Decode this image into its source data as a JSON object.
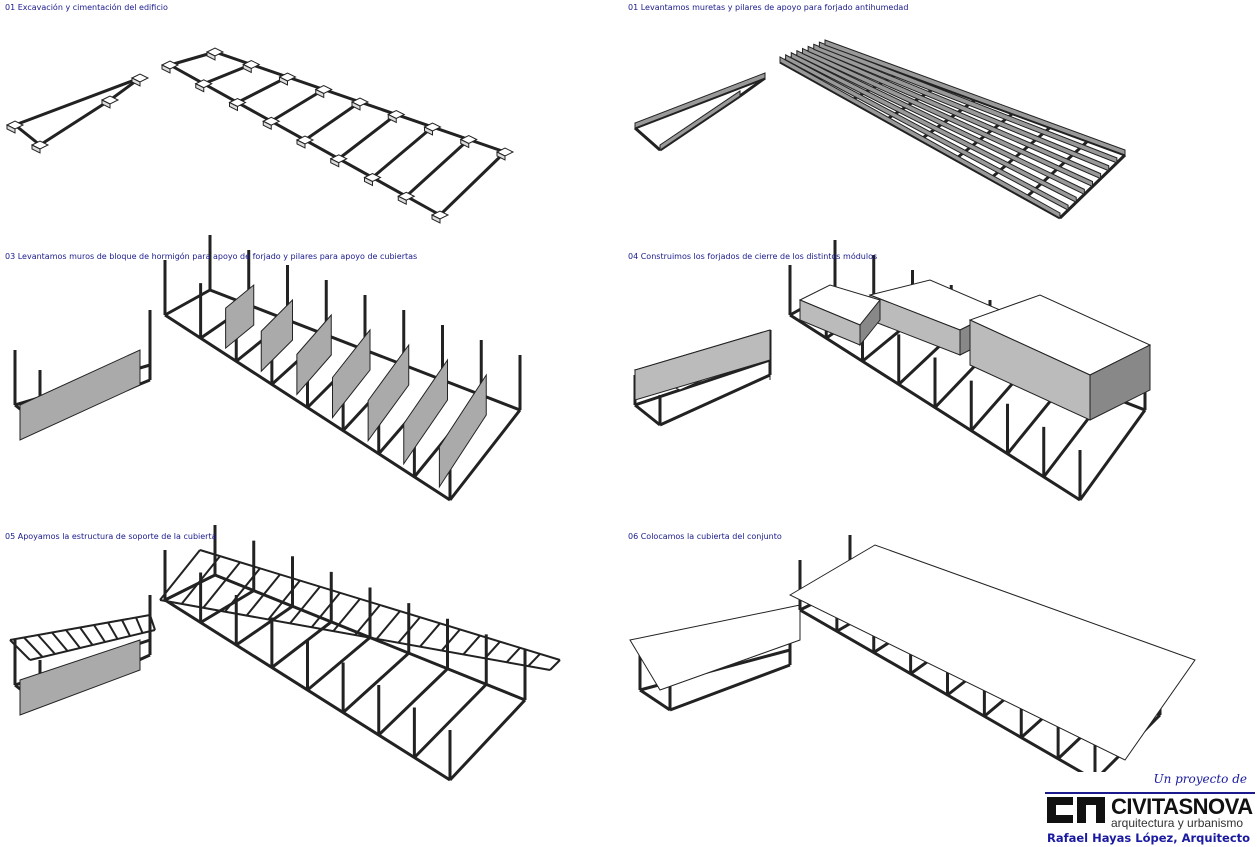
{
  "panels": [
    {
      "caption": "01 Excavación y cimentación del edificio"
    },
    {
      "caption": "01 Levantamos muretas y pilares de apoyo para forjado antihumedad"
    },
    {
      "caption": "03 Levantamos muros de bloque de hormigón para apoyo de forjado y pilares para apoyo de cubiertas"
    },
    {
      "caption": "04 Construimos los forjados de cierre de los distintos módulos"
    },
    {
      "caption": "05 Apoyamos la estructura de soporte de la cubierta"
    },
    {
      "caption": "06 Colocamos la cubierta del conjunto"
    }
  ],
  "credits": {
    "tagline": "Un proyecto de",
    "brand": "CIVITASNOVA",
    "subtitle": "arquitectura y urbanismo",
    "author": "Rafael Hayas López, Arquitecto"
  }
}
